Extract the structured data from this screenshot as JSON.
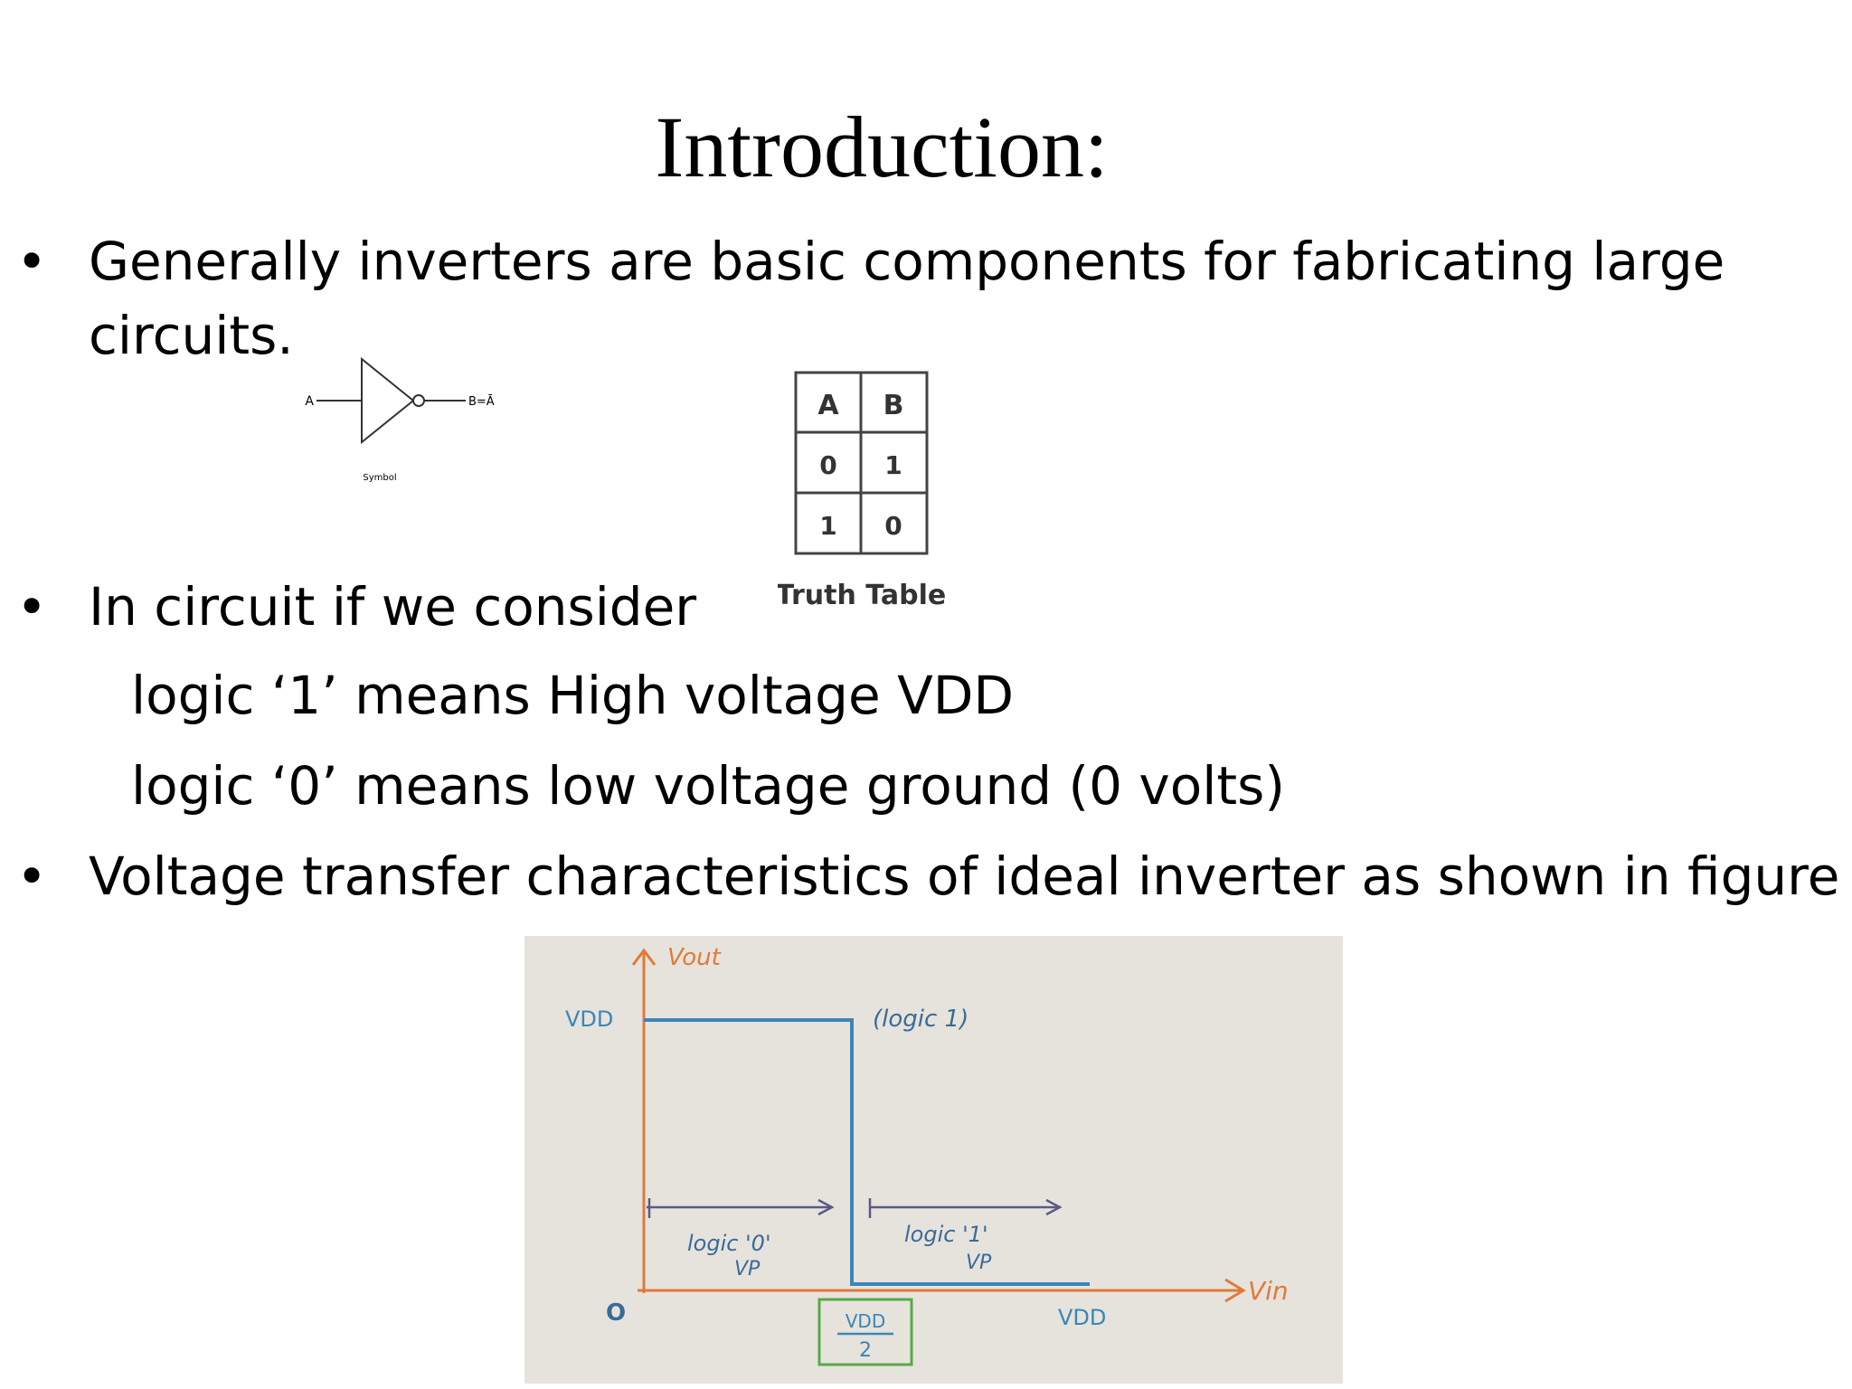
{
  "title": "Introduction:",
  "bullets": [
    {
      "marker": "•",
      "lines": [
        "Generally inverters are basic components for fabricating large",
        "circuits."
      ]
    },
    {
      "marker": "•",
      "lines": [
        "In circuit if we consider"
      ],
      "sublines": [
        "logic ‘1’ means High voltage VDD",
        "logic ‘0’ means low voltage ground (0 volts)"
      ]
    },
    {
      "marker": "•",
      "lines": [
        "Voltage transfer characteristics of ideal inverter as shown in figure"
      ]
    }
  ],
  "inverter_symbol": {
    "input_label": "A",
    "output_label": "B=Ā",
    "caption": "Symbol"
  },
  "truth_table": {
    "headers": [
      "A",
      "B"
    ],
    "rows": [
      [
        "0",
        "1"
      ],
      [
        "1",
        "0"
      ]
    ],
    "caption": "Truth Table"
  },
  "vtc_figure": {
    "y_axis_label": "Vout",
    "x_axis_label": "Vin",
    "vdd_y_label": "VDD",
    "vdd_x_label": "VDD",
    "origin_label": "O",
    "high_label": "(logic 1)",
    "logic0_label": "logic '0'",
    "logic1_label": "logic '1'",
    "vp_label_left": "VP",
    "vp_label_right": "VP",
    "midpoint_numerator": "VDD",
    "midpoint_denominator": "2",
    "colors": {
      "axis": "#e07a3a",
      "curve": "#3a86b8",
      "box": "#5aa84a",
      "paper": "#e6e3dc"
    }
  }
}
